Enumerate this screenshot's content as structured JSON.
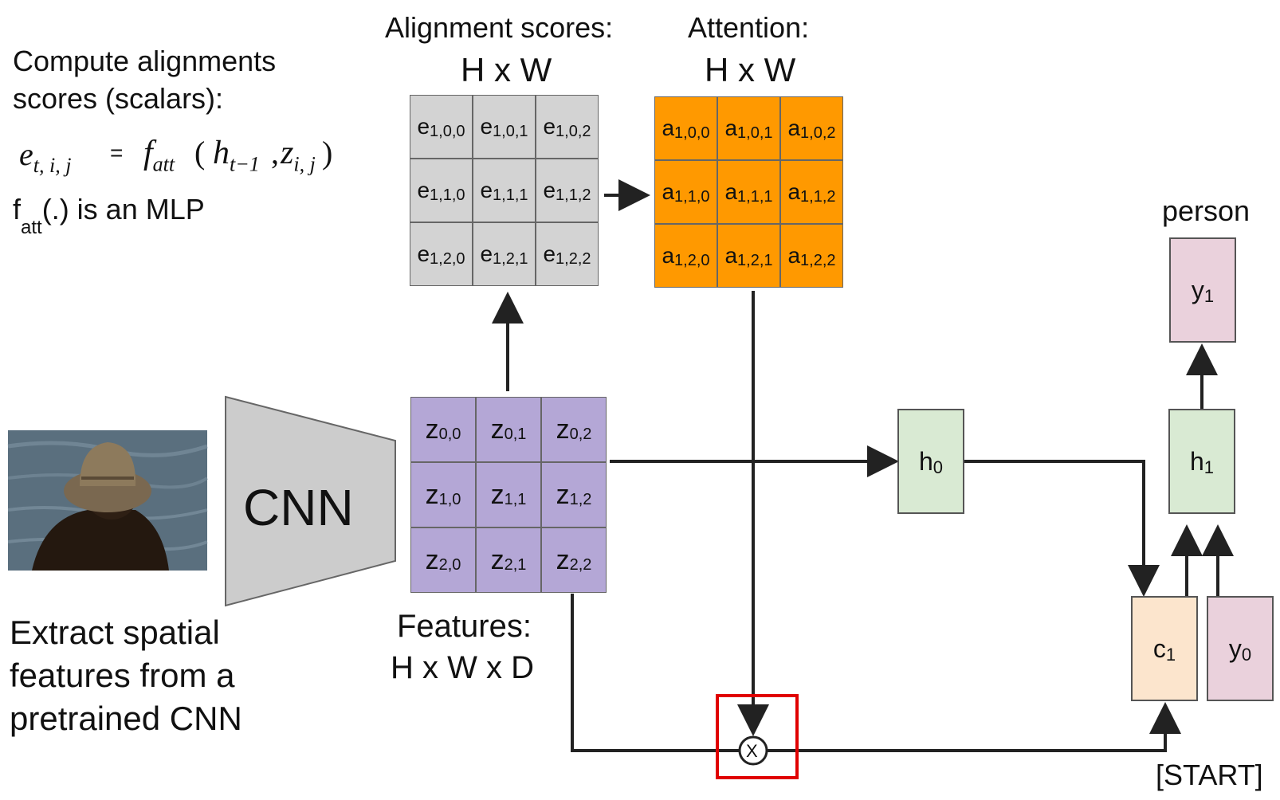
{
  "left_text": {
    "compute_line1": "Compute alignments",
    "compute_line2": "scores (scalars):",
    "eq_e": "e",
    "eq_e_sub": "t, i, j",
    "eq_equals": "=",
    "eq_f": "f",
    "eq_f_sub": "att",
    "eq_open": "(",
    "eq_h": "h",
    "eq_h_sub": "t−1",
    "eq_comma": ",",
    "eq_z": "z",
    "eq_z_sub": "i, j",
    "eq_close": ")",
    "mlp_f": "f",
    "mlp_sub": "att",
    "mlp_rest": "(.) is an MLP",
    "extract_line1": "Extract spatial",
    "extract_line2": "features from a",
    "extract_line3": "pretrained CNN"
  },
  "alignment": {
    "title": "Alignment scores:",
    "dims": "H x W",
    "letter": "e",
    "cells": [
      "1,0,0",
      "1,0,1",
      "1,0,2",
      "1,1,0",
      "1,1,1",
      "1,1,2",
      "1,2,0",
      "1,2,1",
      "1,2,2"
    ]
  },
  "attention": {
    "title": "Attention:",
    "dims": "H x W",
    "letter": "a",
    "cells": [
      "1,0,0",
      "1,0,1",
      "1,0,2",
      "1,1,0",
      "1,1,1",
      "1,1,2",
      "1,2,0",
      "1,2,1",
      "1,2,2"
    ]
  },
  "features": {
    "title": "Features:",
    "dims": "H x W x D",
    "letter": "z",
    "cells": [
      "0,0",
      "0,1",
      "0,2",
      "1,0",
      "1,1",
      "1,2",
      "2,0",
      "2,1",
      "2,2"
    ]
  },
  "cnn": {
    "label": "CNN"
  },
  "nodes": {
    "h0": {
      "letter": "h",
      "sub": "0"
    },
    "h1": {
      "letter": "h",
      "sub": "1"
    },
    "c1": {
      "letter": "c",
      "sub": "1"
    },
    "y0": {
      "letter": "y",
      "sub": "0"
    },
    "y1": {
      "letter": "y",
      "sub": "1"
    }
  },
  "output_word": "person",
  "start_token": "[START]",
  "multiply_symbol": "X",
  "colors": {
    "alignment_fill": "#d3d3d3",
    "attention_fill": "#ff9900",
    "features_fill": "#b4a7d6",
    "hidden_fill": "#d9ead3",
    "context_fill": "#fce5cd",
    "token_fill": "#ead1dc",
    "cnn_fill": "#cccccc",
    "highlight_box": "#e00000"
  }
}
